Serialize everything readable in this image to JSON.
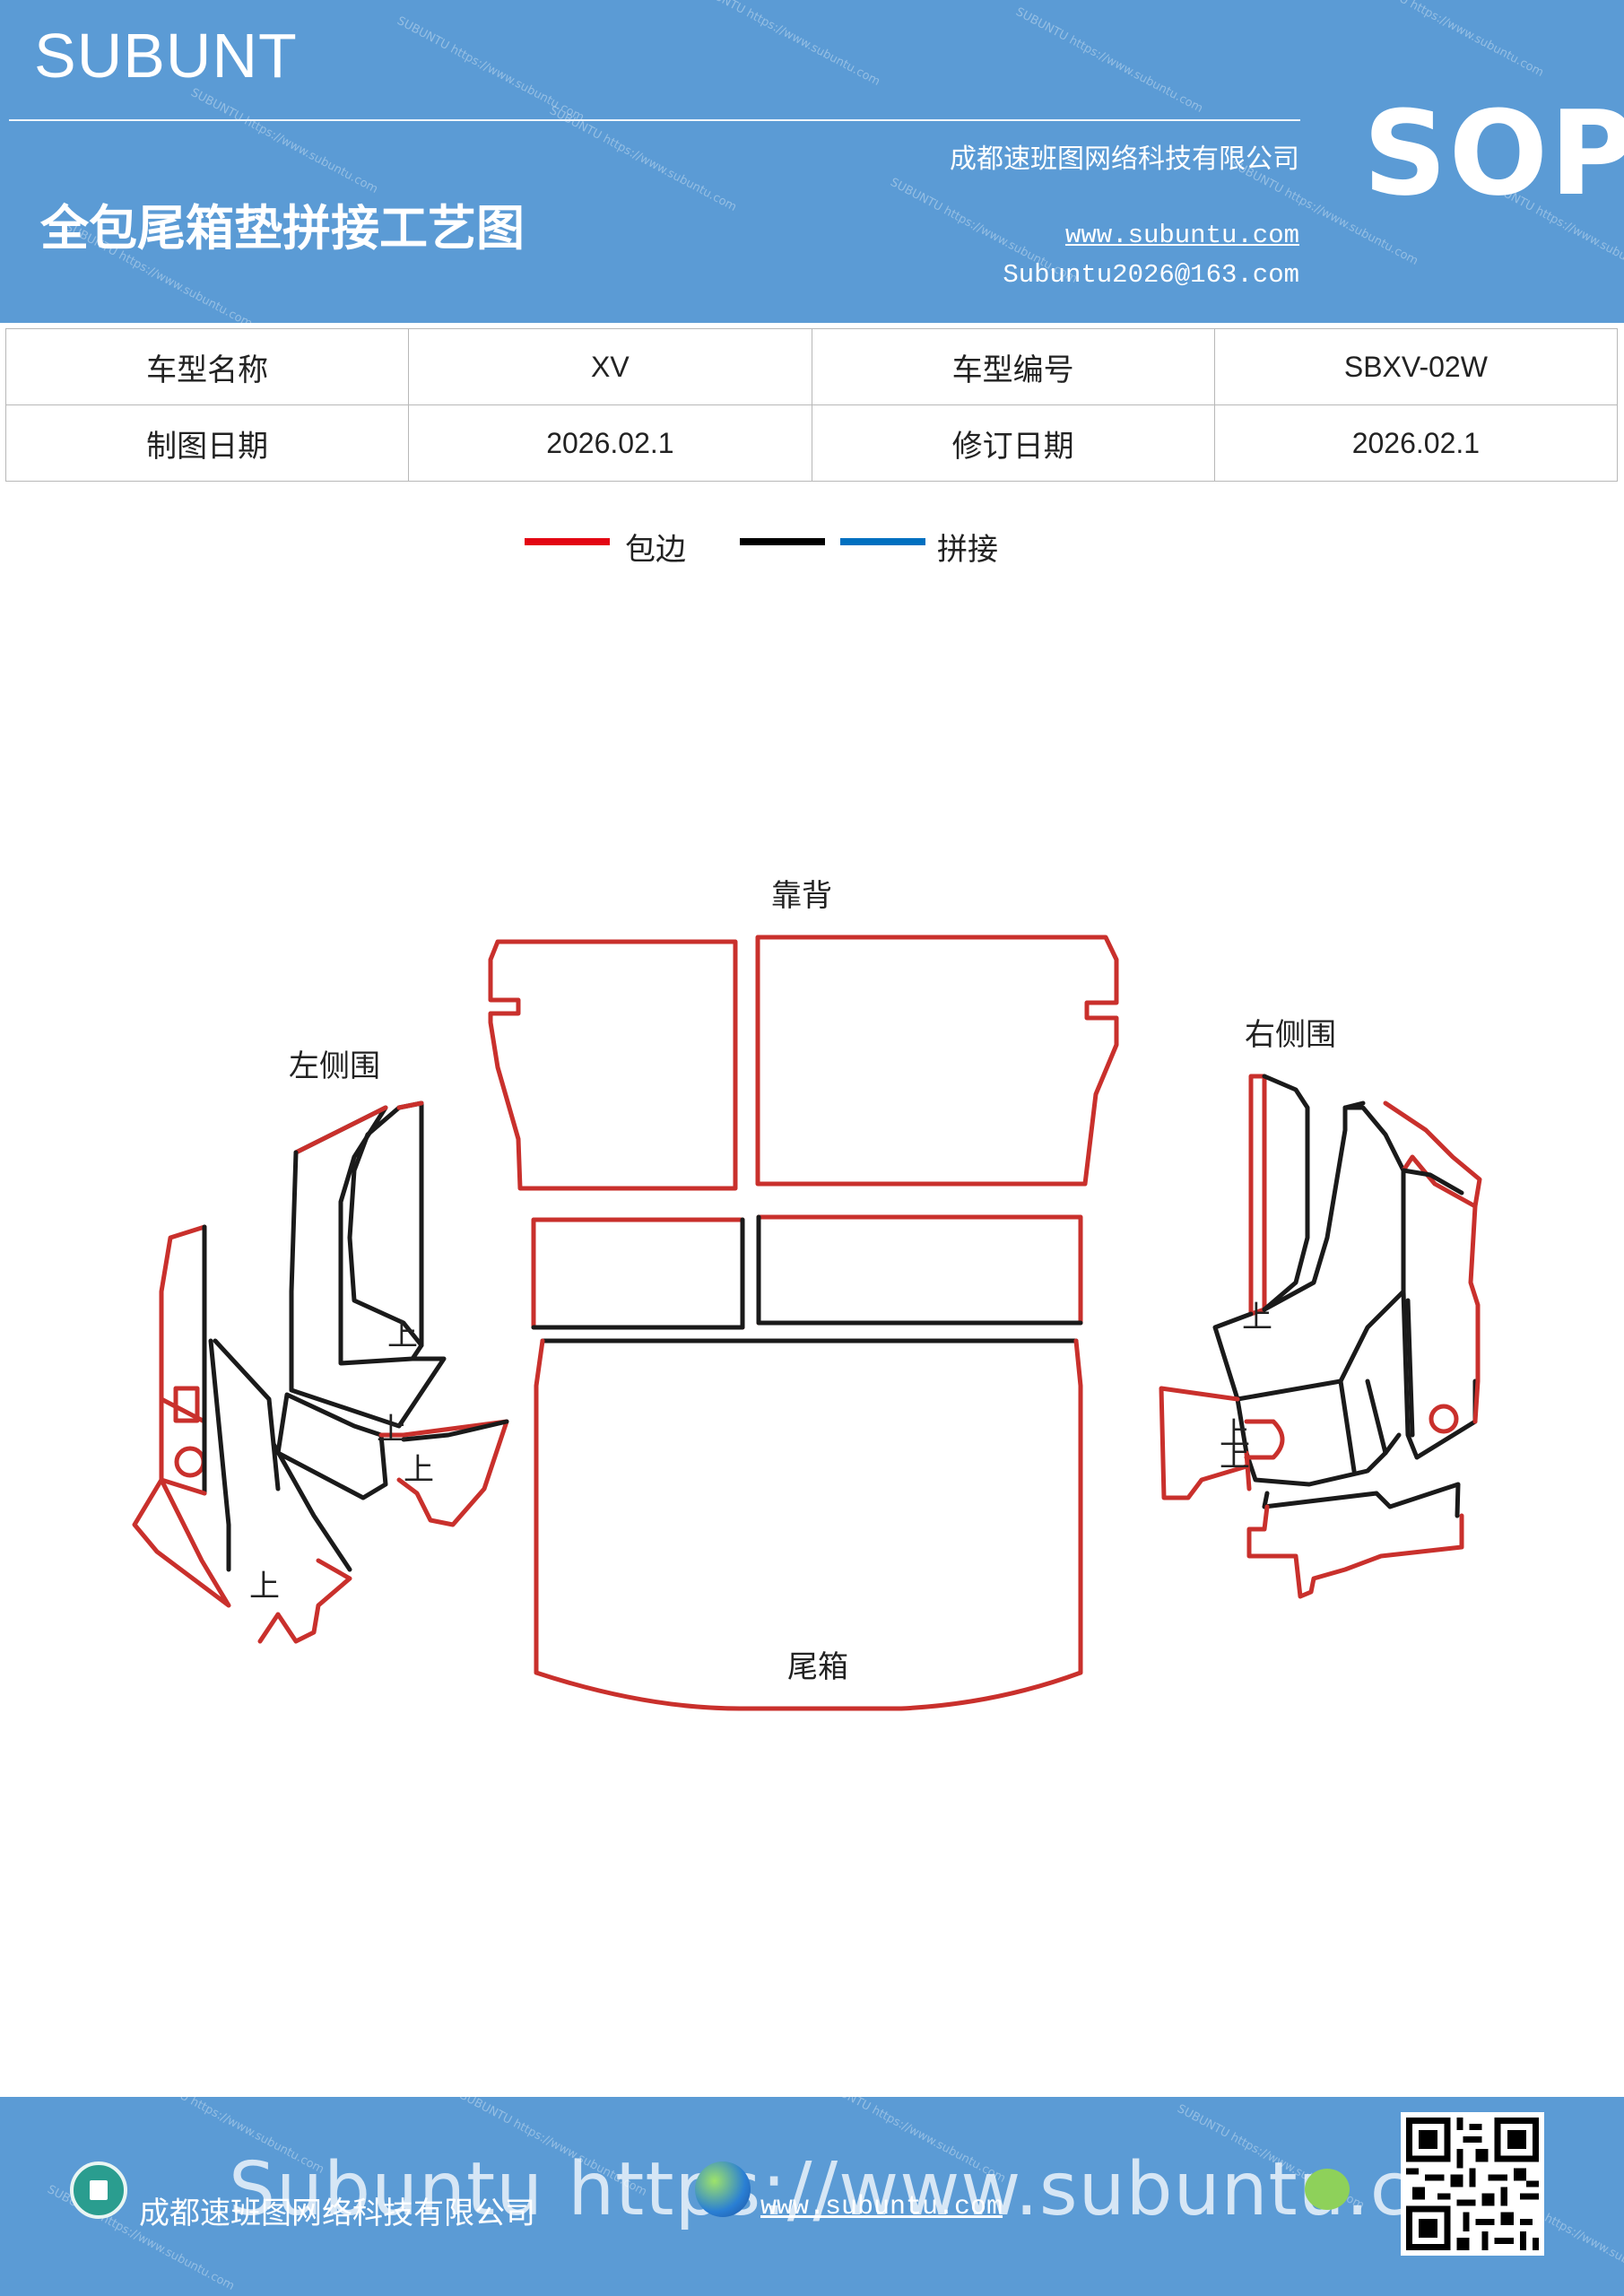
{
  "header": {
    "brand": "SUBUNT",
    "title": "全包尾箱垫拼接工艺图",
    "company": "成都速班图网络科技有限公司",
    "website": "www.subuntu.com",
    "email": "Subuntu2026@163.com",
    "badge": "SOP",
    "watermark": "SUBUNTU https://www.subuntu.com"
  },
  "info_table": {
    "rows": [
      {
        "label1": "车型名称",
        "value1": "XV",
        "label2": "车型编号",
        "value2": "SBXV-02W"
      },
      {
        "label1": "制图日期",
        "value1": "2026.02.1",
        "label2": "修订日期",
        "value2": "2026.02.1"
      }
    ]
  },
  "legend": {
    "items": [
      {
        "label": "包边",
        "color": "#e30613"
      },
      {
        "label": "",
        "color": "#000000"
      },
      {
        "label": "拼接",
        "color": "#0070c0"
      }
    ]
  },
  "diagram": {
    "labels": {
      "backrest": "靠背",
      "left_side": "左侧围",
      "right_side": "右侧围",
      "trunk": "尾箱",
      "up": "上"
    },
    "colors": {
      "edge": "#c9302c",
      "seam": "#1a1a1a"
    }
  },
  "footer": {
    "company": "成都速班图网络科技有限公司",
    "website": "www.subuntu.com",
    "overlay_text": "Subuntu https://www.subuntu.com"
  }
}
